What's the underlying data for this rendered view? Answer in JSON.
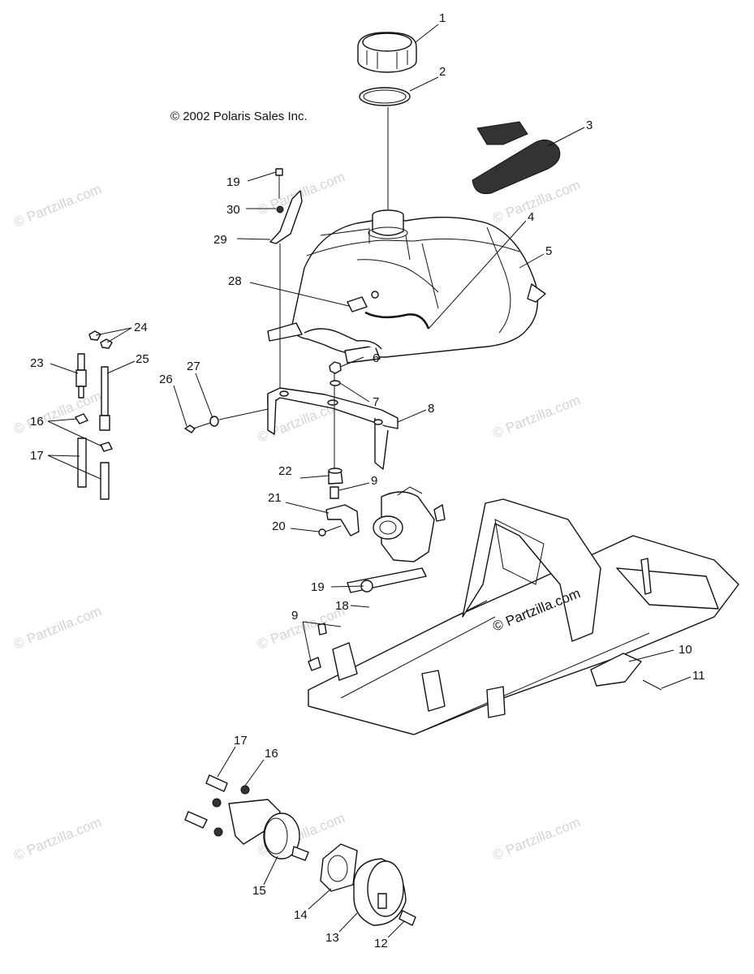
{
  "copyright": "© 2002 Polaris Sales Inc.",
  "watermark": "© Partzilla.com",
  "frame_watermark": "© Partzilla.com",
  "callouts": {
    "c1": "1",
    "c2": "2",
    "c3": "3",
    "c4": "4",
    "c5": "5",
    "c6": "6",
    "c7": "7",
    "c8": "8",
    "c9a": "9",
    "c9b": "9",
    "c10": "10",
    "c11": "11",
    "c12": "12",
    "c13": "13",
    "c14": "14",
    "c15": "15",
    "c16a": "16",
    "c16b": "16",
    "c17a": "17",
    "c17b": "17",
    "c18": "18",
    "c19a": "19",
    "c19b": "19",
    "c20": "20",
    "c21": "21",
    "c22": "22",
    "c23": "23",
    "c24": "24",
    "c25": "25",
    "c26": "26",
    "c27": "27",
    "c28": "28",
    "c29": "29",
    "c30": "30"
  }
}
